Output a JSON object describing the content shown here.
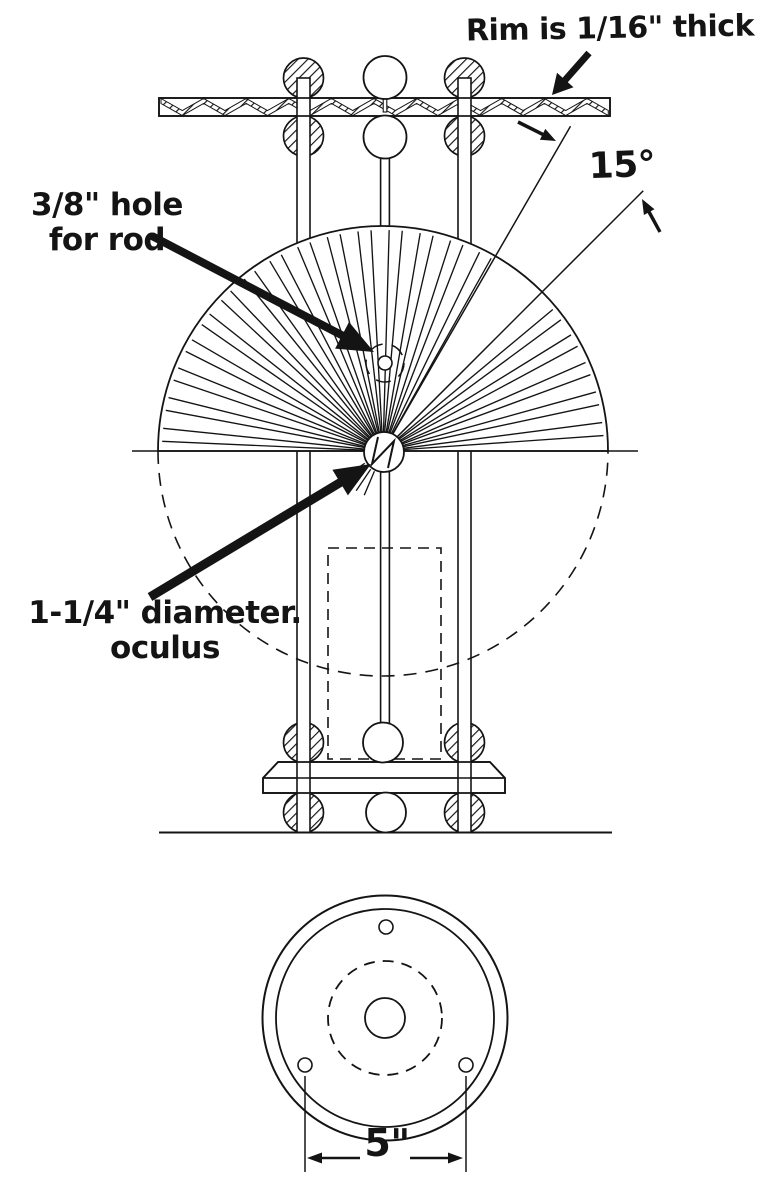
{
  "annotations": {
    "rim": "Rim is 1/16\" thick",
    "angle": "15°",
    "hole1": "3/8\" hole",
    "hole2": "for rod",
    "oculus1": "1-1/4\" diameter.",
    "oculus2": "oculus",
    "dim": "5\""
  },
  "colors": {
    "ink": "#141414",
    "paper": "#ffffff"
  }
}
